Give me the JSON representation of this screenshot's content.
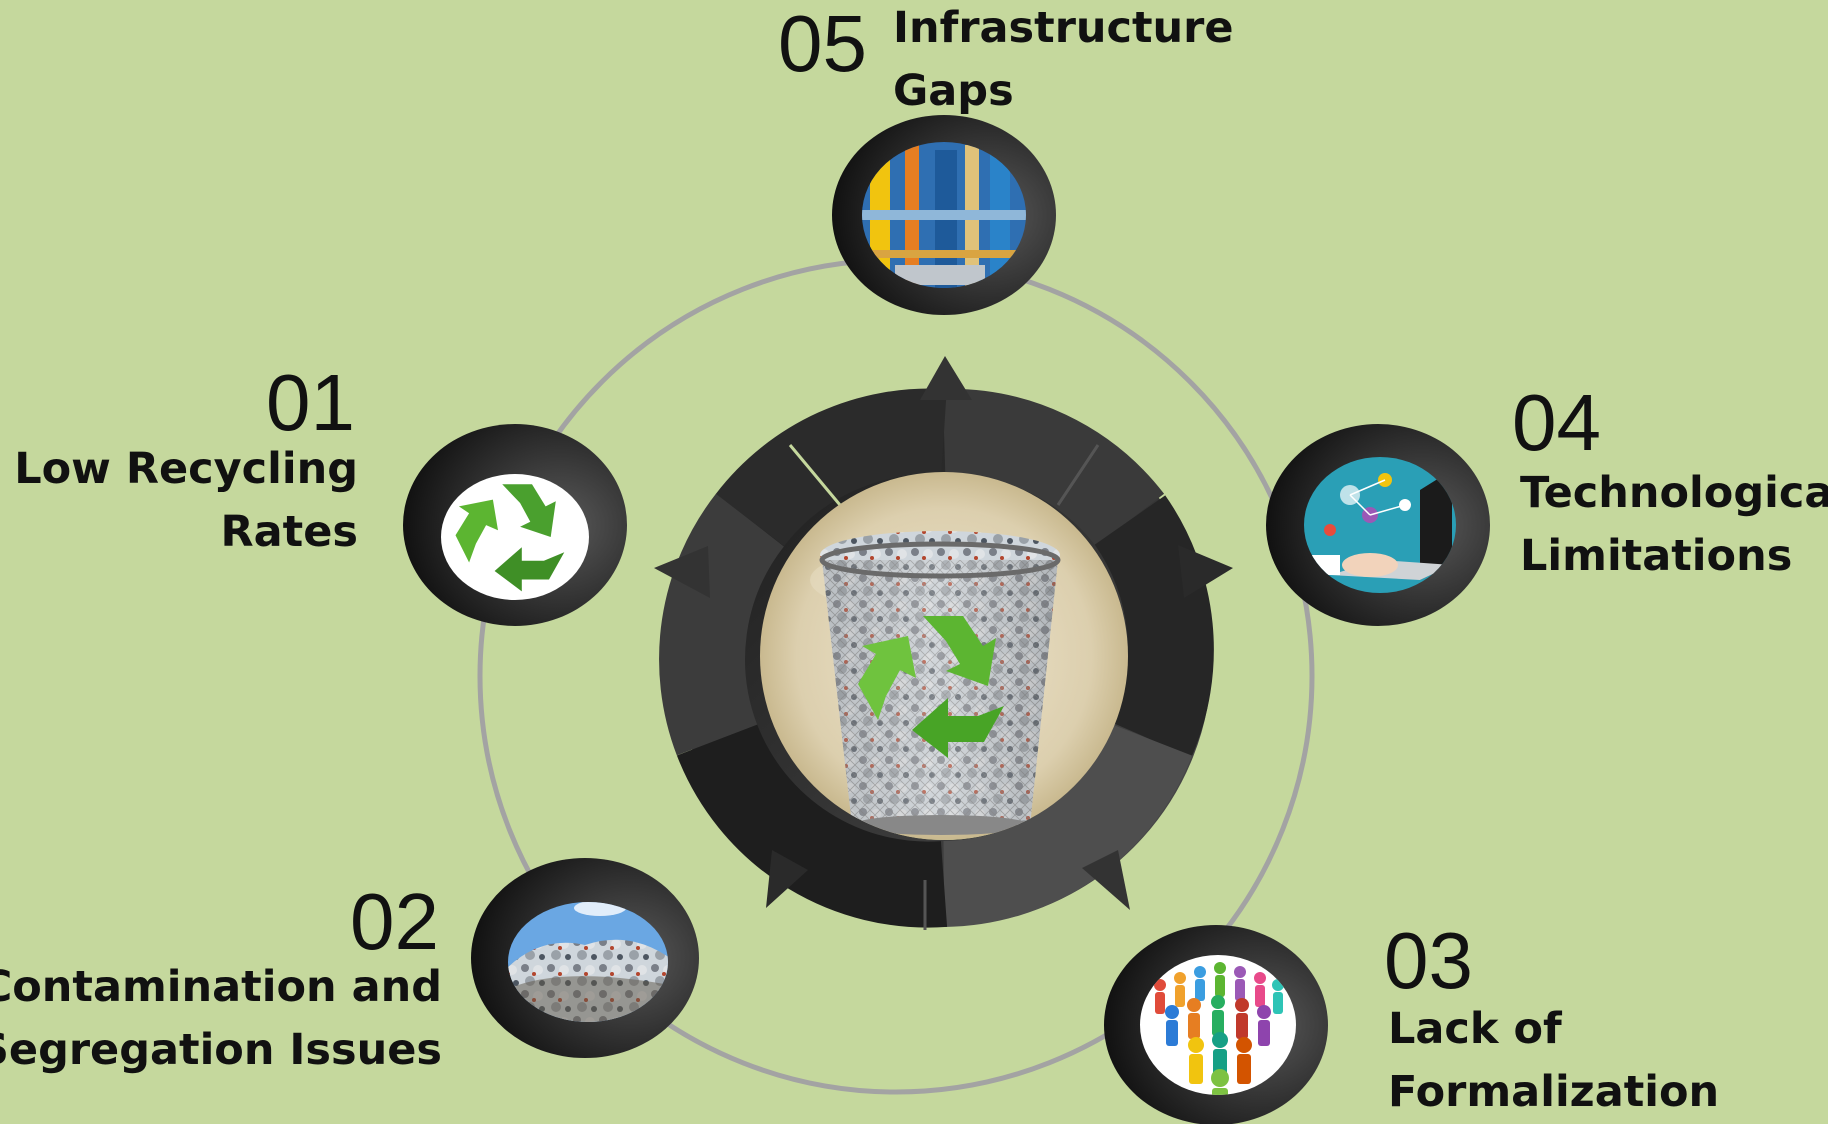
{
  "colors": {
    "background": "#c5d89d",
    "ring": "#a3a3a3",
    "dark_frame": "#2a2a2a",
    "recycle_green": "#5cb531"
  },
  "center": {
    "icon": "recycle-bin-icon"
  },
  "items": [
    {
      "number": "01",
      "line1": "Low Recycling",
      "line2": "Rates",
      "icon": "recycle-icon"
    },
    {
      "number": "02",
      "line1": "Contamination and",
      "line2": "Segregation Issues",
      "icon": "landfill-icon"
    },
    {
      "number": "03",
      "line1": "Lack of",
      "line2": "Formalization",
      "icon": "people-crowd-icon"
    },
    {
      "number": "04",
      "line1": "Technological",
      "line2": "Limitations",
      "icon": "laptop-network-icon"
    },
    {
      "number": "05",
      "line1": "Infrastructure",
      "line2": "Gaps",
      "icon": "factory-icon"
    }
  ]
}
